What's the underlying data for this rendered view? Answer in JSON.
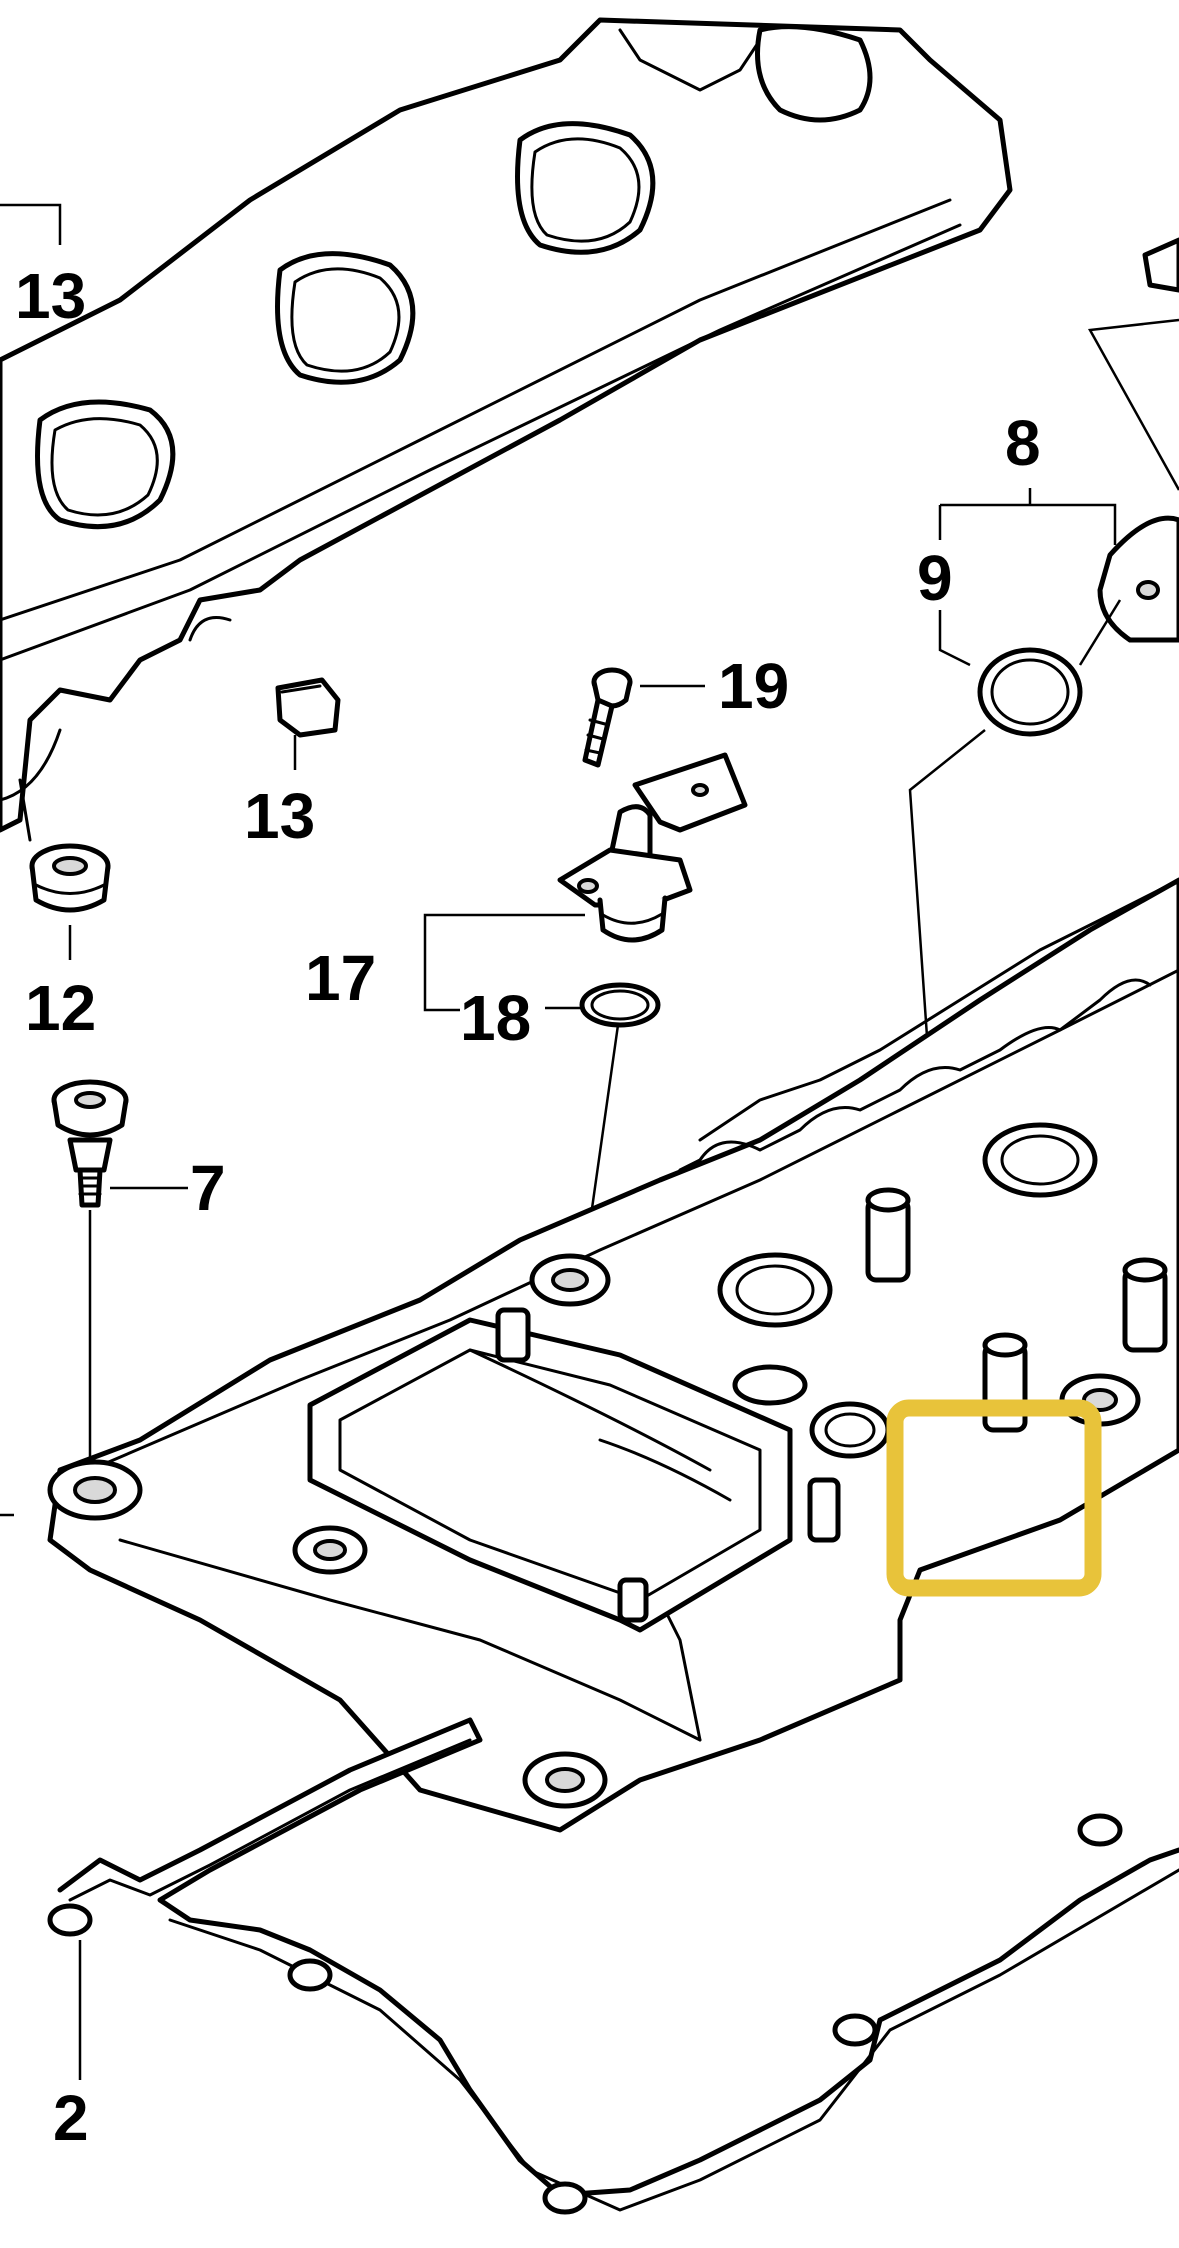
{
  "callouts": {
    "c13a": "13",
    "c13b": "13",
    "c8": "8",
    "c9": "9",
    "c19": "19",
    "c17": "17",
    "c18": "18",
    "c12": "12",
    "c7": "7",
    "c2": "2"
  },
  "highlight": {
    "color": "#E8C33A"
  }
}
